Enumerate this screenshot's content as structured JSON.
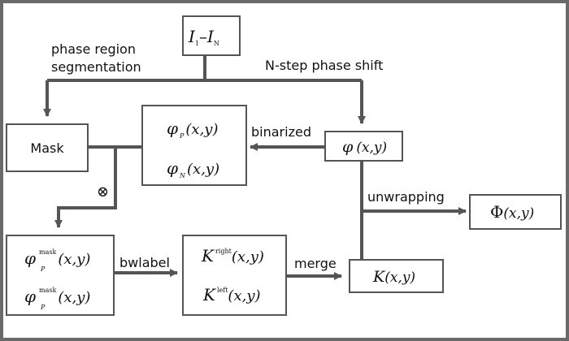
{
  "nodes": {
    "input": {
      "sym": "I",
      "sub1": "1",
      "dash": "–",
      "sub2": "N"
    },
    "mask": {
      "label": "Mask"
    },
    "phi_pn": {
      "top": {
        "sym": "φ",
        "sub": "P",
        "args": "(x,y)"
      },
      "bottom": {
        "sym": "φ",
        "sub": "N",
        "args": "(x,y)"
      }
    },
    "phi": {
      "sym": "φ",
      "args": "(x,y)"
    },
    "Phi": {
      "sym": "Φ",
      "args": "(x,y)"
    },
    "phi_mask": {
      "top": {
        "sym": "φ",
        "sup": "mask",
        "sub": "P",
        "args": "(x,y)"
      },
      "bottom": {
        "sym": "φ",
        "sup": "mask",
        "sub": "P",
        "args": "(x,y)"
      }
    },
    "k_lr": {
      "top": {
        "sym": "K",
        "sup": "right",
        "args": "(x,y)"
      },
      "bottom": {
        "sym": "K",
        "sup": "left",
        "args": "(x,y)"
      }
    },
    "k": {
      "sym": "K",
      "args": "(x,y)"
    }
  },
  "edges": {
    "segmentation": "phase region\nsegmentation",
    "segmentation_line1": "phase region",
    "segmentation_line2": "segmentation",
    "nstep": "N-step phase shift",
    "binarized": "binarized",
    "otimes": "⊗",
    "bwlabel": "bwlabel",
    "merge": "merge",
    "unwrapping": "unwrapping"
  }
}
